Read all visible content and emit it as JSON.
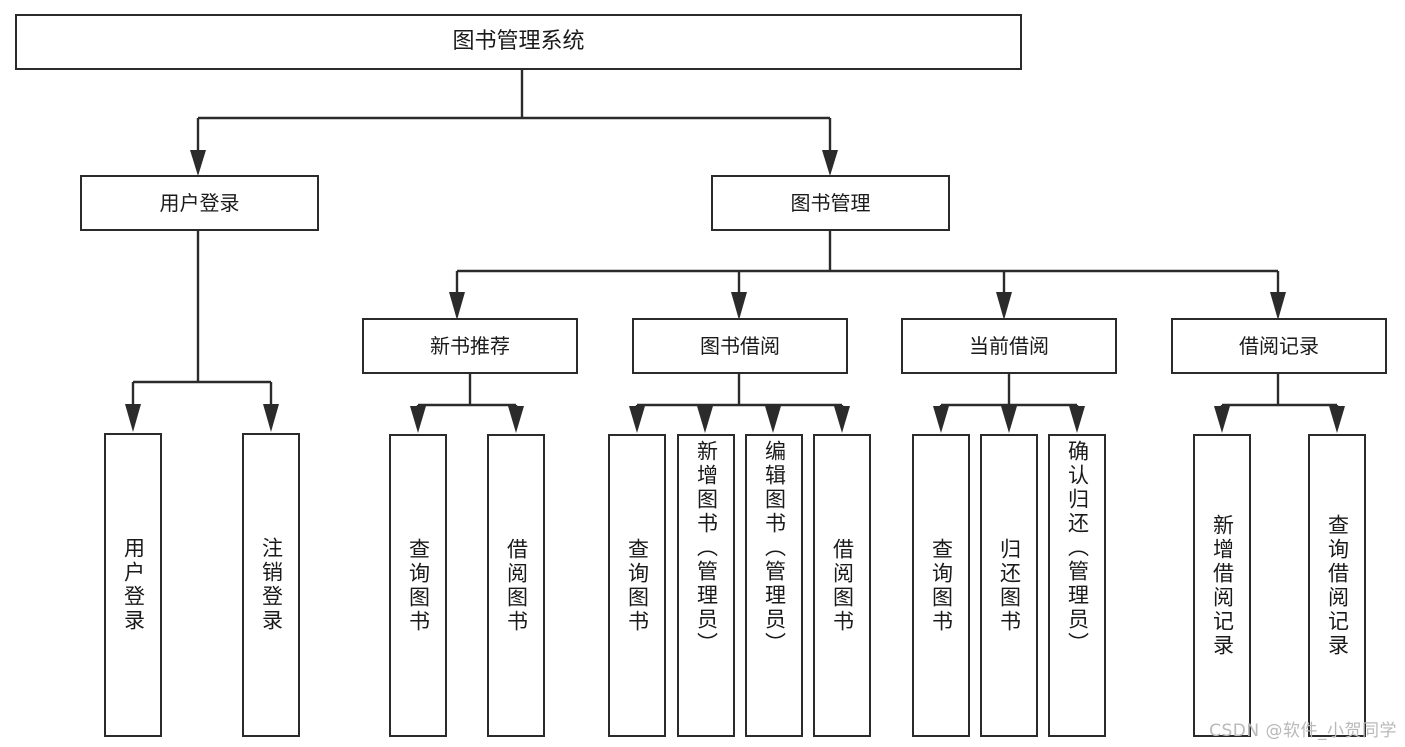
{
  "diagram": {
    "type": "tree",
    "title": "图书管理系统",
    "watermark": "CSDN @软件_小贺同学",
    "root": {
      "label": "图书管理系统"
    },
    "level1": [
      {
        "label": "用户登录"
      },
      {
        "label": "图书管理"
      }
    ],
    "level2": [
      {
        "label": "新书推荐"
      },
      {
        "label": "图书借阅"
      },
      {
        "label": "当前借阅"
      },
      {
        "label": "借阅记录"
      }
    ],
    "leaves": {
      "user_login": [
        {
          "label": "用户登录"
        },
        {
          "label": "注销登录"
        }
      ],
      "new_book_recommend": [
        {
          "label": "查询图书"
        },
        {
          "label": "借阅图书"
        }
      ],
      "book_borrow": [
        {
          "label": "查询图书"
        },
        {
          "label": "新增图书（管理员）"
        },
        {
          "label": "编辑图书（管理员）"
        },
        {
          "label": "借阅图书"
        }
      ],
      "current_borrow": [
        {
          "label": "查询图书"
        },
        {
          "label": "归还图书"
        },
        {
          "label": "确认归还（管理员）"
        }
      ],
      "borrow_record": [
        {
          "label": "新增借阅记录"
        },
        {
          "label": "查询借阅记录"
        }
      ]
    },
    "colors": {
      "stroke": "#2b2b2b",
      "fill": "#ffffff",
      "text": "#1a1a1a",
      "watermark": "#b9b9b9"
    }
  }
}
